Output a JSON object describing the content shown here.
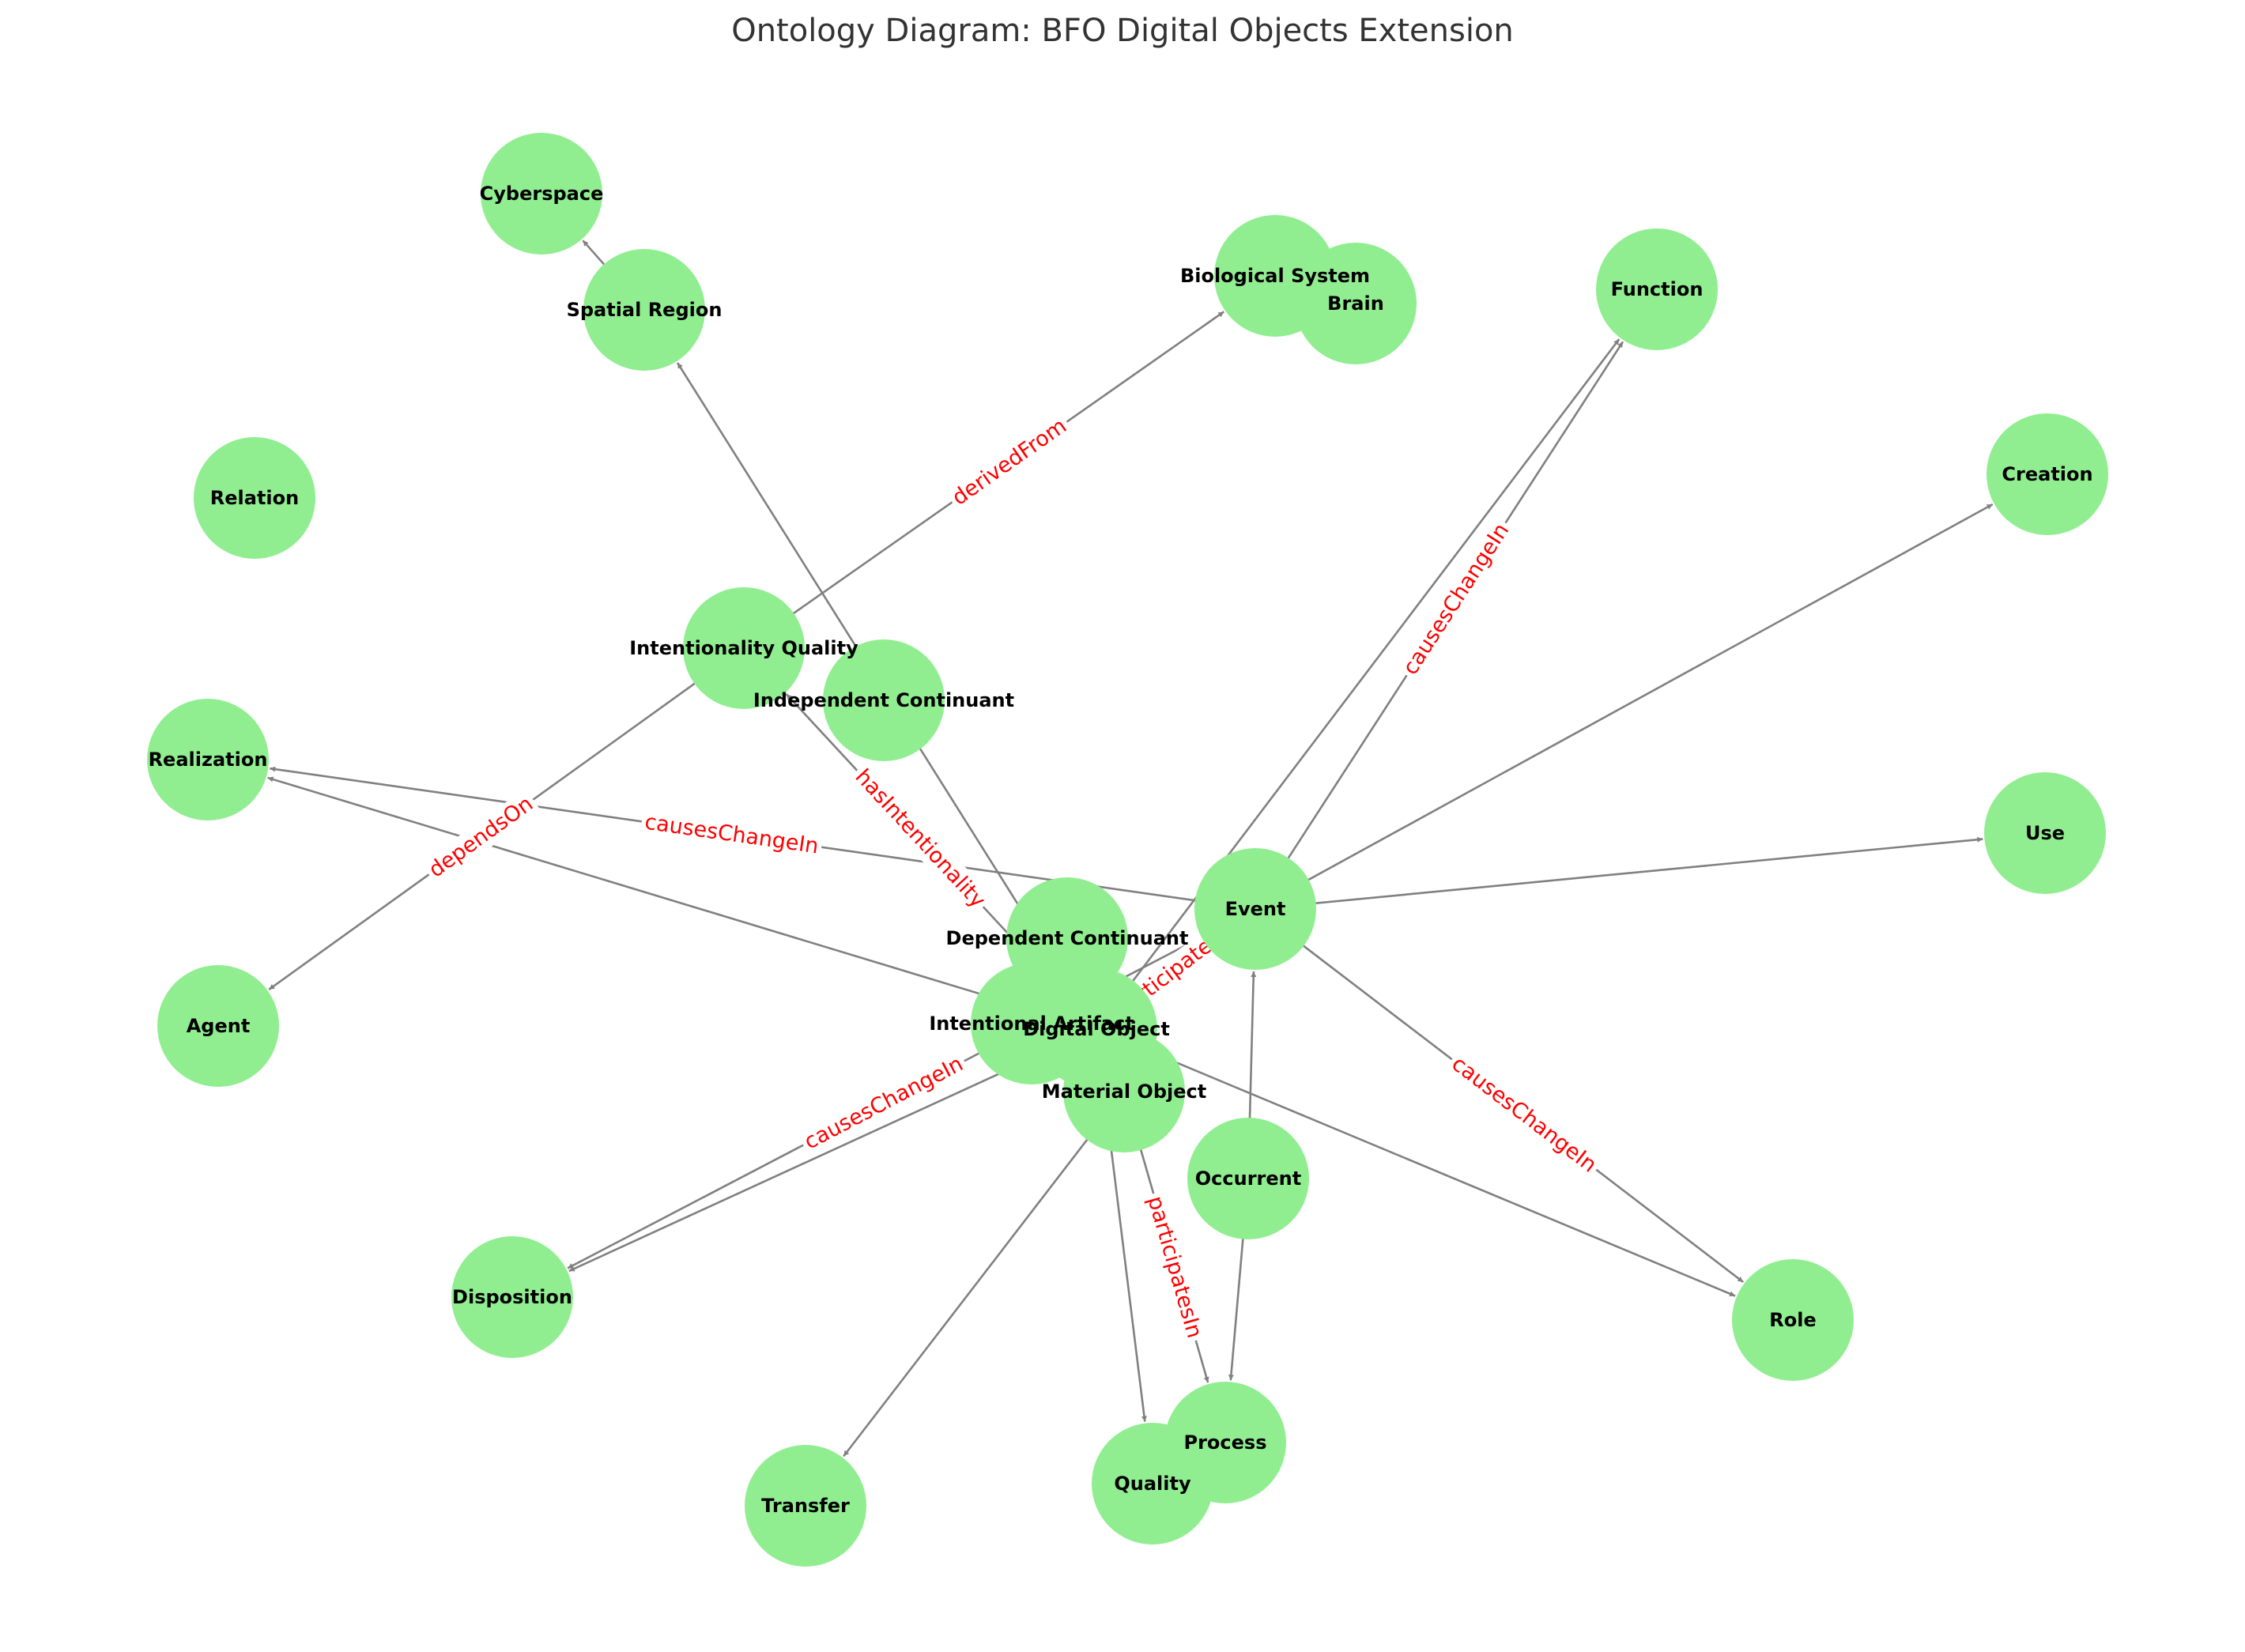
{
  "title": "Ontology Diagram: BFO Digital Objects Extension",
  "colors": {
    "node_fill": "#90ee90",
    "edge": "#808080",
    "edge_label": "#ff0000",
    "title": "#333333"
  },
  "nodes": [
    {
      "id": "cyberspace",
      "label": "Cyberspace"
    },
    {
      "id": "spatial_region",
      "label": "Spatial Region"
    },
    {
      "id": "biological_system",
      "label": "Biological System"
    },
    {
      "id": "brain",
      "label": "Brain"
    },
    {
      "id": "function",
      "label": "Function"
    },
    {
      "id": "relation",
      "label": "Relation"
    },
    {
      "id": "creation",
      "label": "Creation"
    },
    {
      "id": "intentionality_quality",
      "label": "Intentionality Quality"
    },
    {
      "id": "independent_continuant",
      "label": "Independent Continuant"
    },
    {
      "id": "realization",
      "label": "Realization"
    },
    {
      "id": "use",
      "label": "Use"
    },
    {
      "id": "event",
      "label": "Event"
    },
    {
      "id": "dependent_continuant",
      "label": "Dependent Continuant"
    },
    {
      "id": "agent",
      "label": "Agent"
    },
    {
      "id": "intentional_artifact",
      "label": "Intentional Artifact"
    },
    {
      "id": "digital_object",
      "label": "Digital Object"
    },
    {
      "id": "material_object",
      "label": "Material Object"
    },
    {
      "id": "occurrent",
      "label": "Occurrent"
    },
    {
      "id": "disposition",
      "label": "Disposition"
    },
    {
      "id": "role",
      "label": "Role"
    },
    {
      "id": "process",
      "label": "Process"
    },
    {
      "id": "quality",
      "label": "Quality"
    },
    {
      "id": "transfer",
      "label": "Transfer"
    }
  ],
  "edges": [
    {
      "source": "spatial_region",
      "target": "cyberspace",
      "label": ""
    },
    {
      "source": "intentionality_quality",
      "target": "biological_system",
      "label": "derivedFrom"
    },
    {
      "source": "intentionality_quality",
      "target": "agent",
      "label": "dependsOn"
    },
    {
      "source": "digital_object",
      "target": "intentionality_quality",
      "label": "hasIntentionality"
    },
    {
      "source": "digital_object",
      "target": "spatial_region",
      "label": ""
    },
    {
      "source": "digital_object",
      "target": "function",
      "label": ""
    },
    {
      "source": "digital_object",
      "target": "realization",
      "label": ""
    },
    {
      "source": "digital_object",
      "target": "role",
      "label": ""
    },
    {
      "source": "digital_object",
      "target": "quality",
      "label": ""
    },
    {
      "source": "digital_object",
      "target": "disposition",
      "label": ""
    },
    {
      "source": "digital_object",
      "target": "event",
      "label": "participatesIn"
    },
    {
      "source": "event",
      "target": "function",
      "label": "causesChangeIn"
    },
    {
      "source": "event",
      "target": "realization",
      "label": "causesChangeIn"
    },
    {
      "source": "event",
      "target": "disposition",
      "label": "causesChangeIn"
    },
    {
      "source": "event",
      "target": "role",
      "label": "causesChangeIn"
    },
    {
      "source": "event",
      "target": "creation",
      "label": ""
    },
    {
      "source": "event",
      "target": "use",
      "label": ""
    },
    {
      "source": "material_object",
      "target": "process",
      "label": "participatesIn"
    },
    {
      "source": "material_object",
      "target": "transfer",
      "label": ""
    },
    {
      "source": "occurrent",
      "target": "event",
      "label": ""
    },
    {
      "source": "occurrent",
      "target": "process",
      "label": ""
    }
  ]
}
